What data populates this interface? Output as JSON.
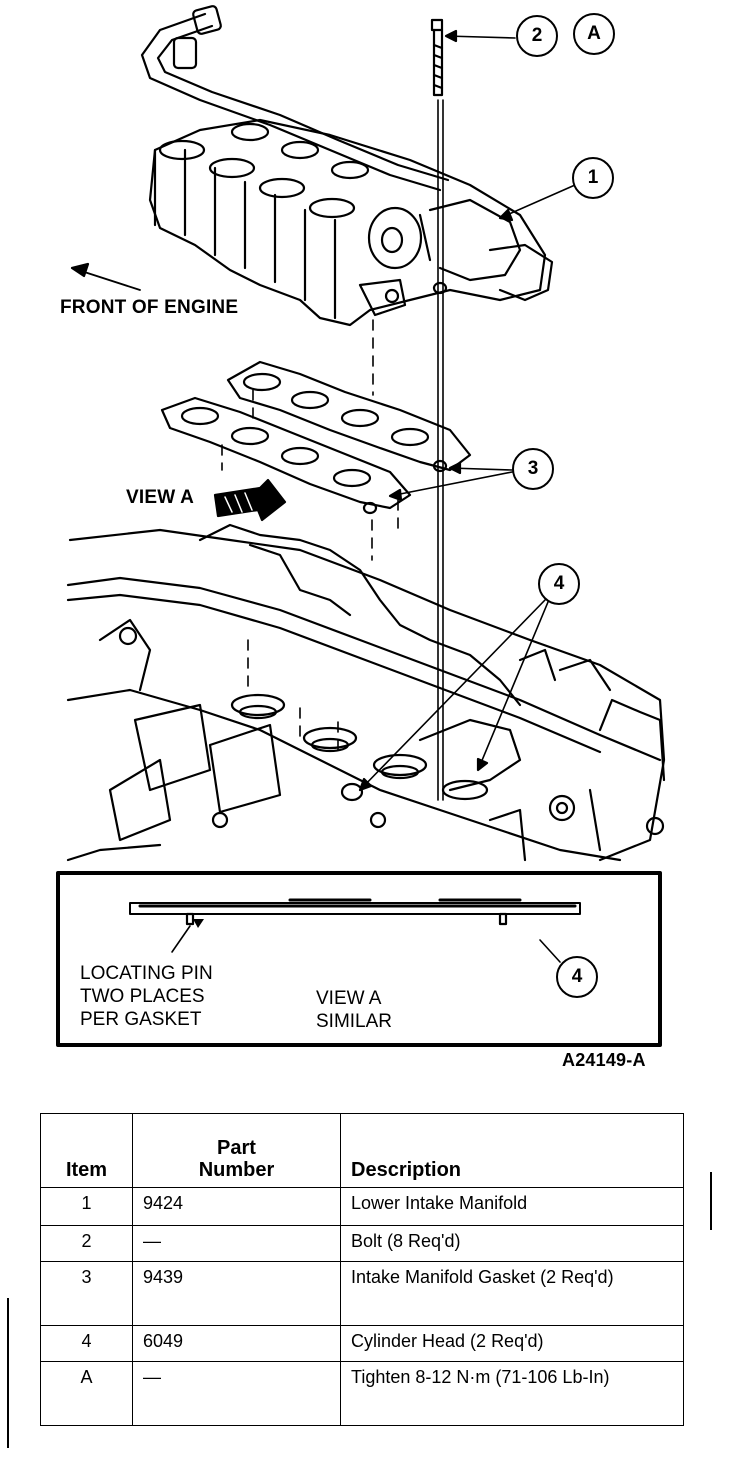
{
  "diagram": {
    "labels": {
      "front_of_engine": "FRONT OF ENGINE",
      "view_a": "VIEW A",
      "locating_pin": [
        "LOCATING PIN",
        "TWO PLACES",
        "PER GASKET"
      ],
      "view_a_similar": [
        "VIEW A",
        "SIMILAR"
      ],
      "figure_id": "A24149-A"
    },
    "callouts": {
      "c1": "1",
      "c2": "2",
      "cA": "A",
      "c3": "3",
      "c4_top": "4",
      "c4_inset": "4"
    }
  },
  "table": {
    "headers": {
      "item": "Item",
      "part_line1": "Part",
      "part_line2": "Number",
      "description": "Description"
    },
    "rows": [
      {
        "item": "1",
        "part": "9424",
        "description": "Lower Intake Manifold"
      },
      {
        "item": "2",
        "part": "—",
        "description": "Bolt (8 Req'd)"
      },
      {
        "item": "3",
        "part": "9439",
        "description": "Intake Manifold Gasket (2 Req'd)"
      },
      {
        "item": "4",
        "part": "6049",
        "description": "Cylinder Head (2 Req'd)"
      },
      {
        "item": "A",
        "part": "—",
        "description": "Tighten 8-12 N·m (71-106 Lb-In)"
      }
    ]
  }
}
